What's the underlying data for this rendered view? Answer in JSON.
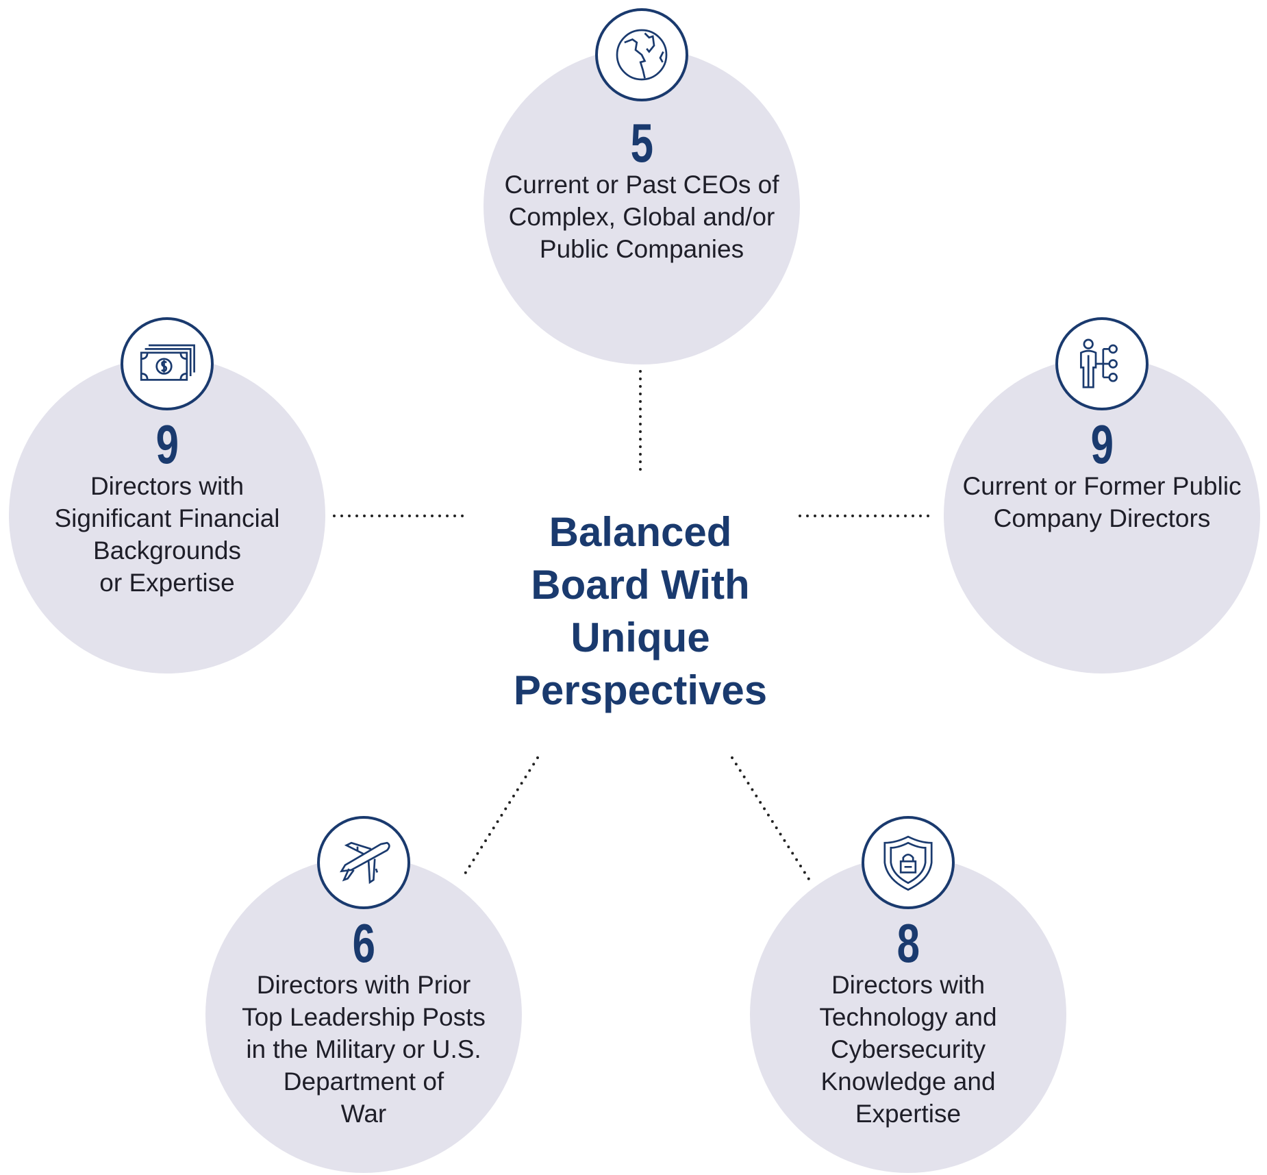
{
  "center_title": [
    "Balanced",
    "Board With",
    "Unique",
    "Perspectives"
  ],
  "items": [
    {
      "icon": "globe-icon",
      "number": "5",
      "lines": [
        "Current or Past CEOs of",
        "Complex, Global and/or",
        "Public Companies"
      ]
    },
    {
      "icon": "money-icon",
      "number": "9",
      "lines": [
        "Directors with",
        "Significant Financial",
        "Backgrounds",
        "or Expertise"
      ]
    },
    {
      "icon": "director-network-icon",
      "number": "9",
      "lines": [
        "Current or Former Public",
        "Company Directors"
      ]
    },
    {
      "icon": "airplane-icon",
      "number": "6",
      "lines": [
        "Directors with Prior",
        "Top Leadership Posts",
        "in the Military or U.S.",
        "Department of",
        "War"
      ]
    },
    {
      "icon": "shield-lock-icon",
      "number": "8",
      "lines": [
        "Directors with",
        "Technology and",
        "Cybersecurity",
        "Knowledge and",
        "Expertise"
      ]
    }
  ],
  "colors": {
    "navy": "#1a3a6e",
    "bubble": "#e3e2ec"
  }
}
